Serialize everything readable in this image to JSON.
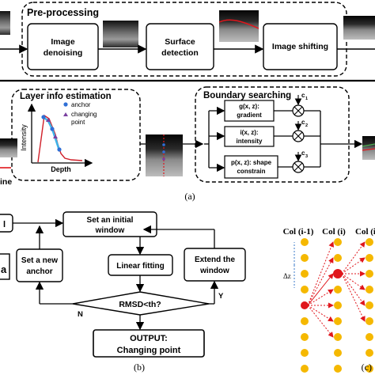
{
  "panel_a": {
    "caption": "(a)",
    "preprocessing": {
      "title": "Pre-processing",
      "step1_line1": "Image",
      "step1_line2": "denoising",
      "step2_line1": "Surface",
      "step2_line2": "detection",
      "step3": "Image shifting"
    },
    "layer_info": {
      "title": "Layer info estimation",
      "legend_anchor": "anchor",
      "legend_changing_1": "changing",
      "legend_changing_2": "point",
      "ylabel": "Intensity",
      "xlabel": "Depth",
      "left_cut_text": "ine"
    },
    "boundary": {
      "title": "Boundary searching",
      "g_line1": "g(x, z):",
      "g_line2": "gradient",
      "i_line1": "i(x, z):",
      "i_line2": "intensity",
      "p_line1": "p(x, z): shape",
      "p_line2": "constrain",
      "c1": "c",
      "c2": "c",
      "c3": "c",
      "c1_sub": "1",
      "c2_sub": "2",
      "c3_sub": "3"
    }
  },
  "panel_b": {
    "caption": "(b)",
    "left_cut_text": "l",
    "left_cut_text2": "a",
    "init_line1": "Set an initial",
    "init_line2": "window",
    "anchor_line1": "Set a new",
    "anchor_line2": "anchor",
    "linear": "Linear fitting",
    "extend_line1": "Extend the",
    "extend_line2": "window",
    "decision": "RMSD<th?",
    "yes": "Y",
    "no": "N",
    "output_line1": "OUTPUT:",
    "output_line2": "Changing point"
  },
  "panel_c": {
    "caption": "(c)",
    "col1": "Col (i-1)",
    "col2": "Col (i)",
    "col3": "Col (i",
    "dz": "Δz"
  },
  "colors": {
    "dot": "#f5b800",
    "red": "#e0161c",
    "blue_dz": "#3a78c8",
    "anchor": "#2f6fd6",
    "changing": "#7a3fa0"
  }
}
